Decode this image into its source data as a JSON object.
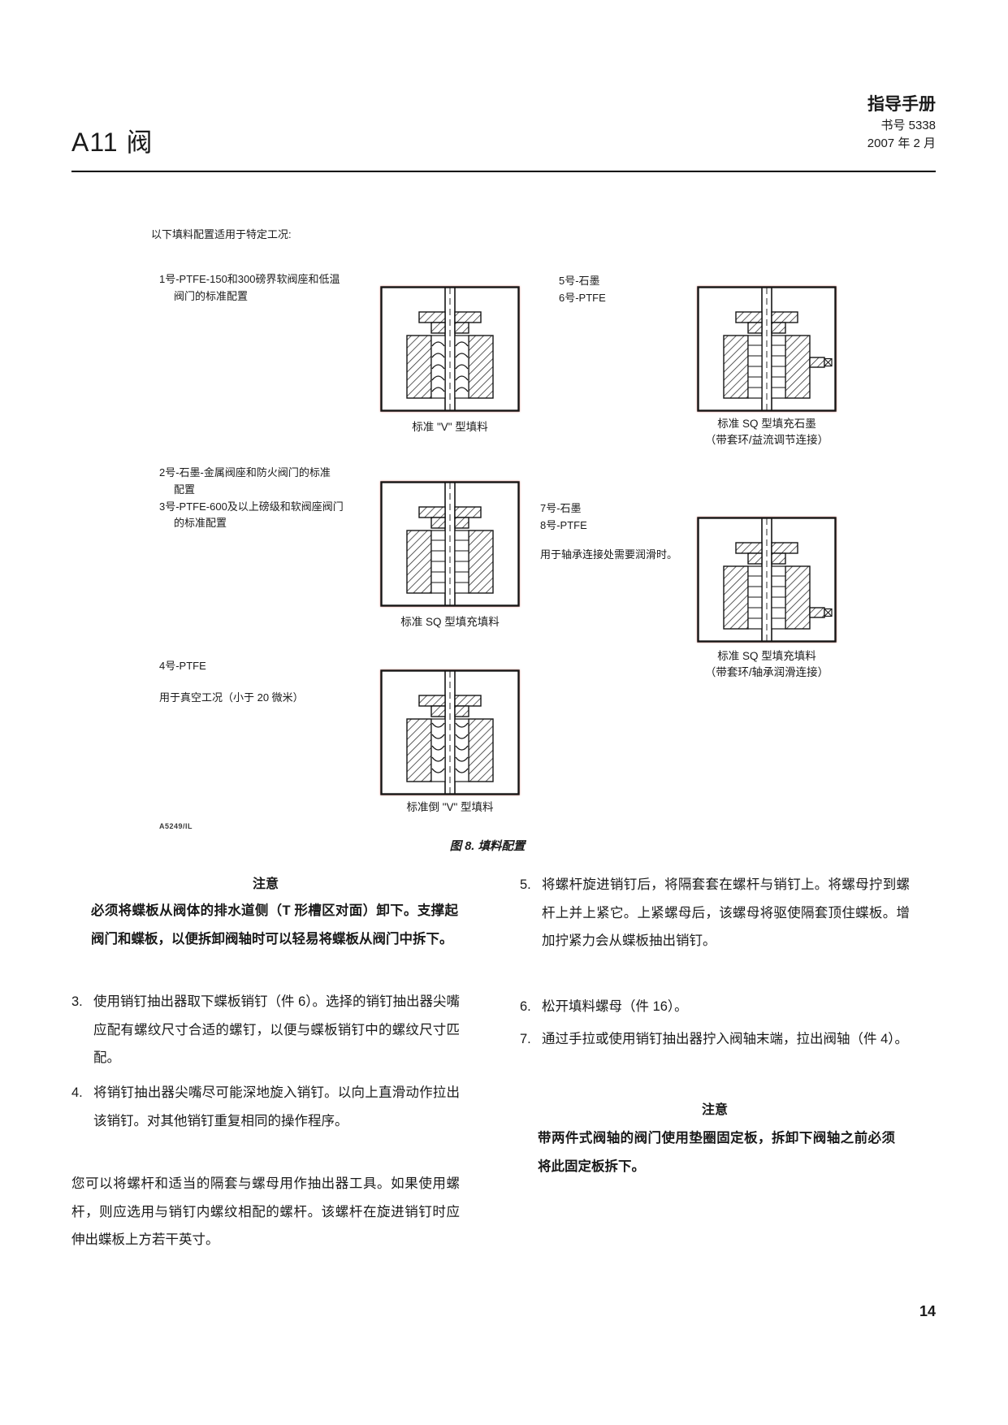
{
  "header": {
    "manual_type": "指导手册",
    "book_no": "书号 5338",
    "date": "2007 年 2 月",
    "product_title": "A11 阀"
  },
  "figure": {
    "intro": "以下填料配置适用于特定工况:",
    "artwork_code": "A5249/IL",
    "caption": "图 8. 填料配置",
    "configs": [
      {
        "label_lines": [
          "1号-PTFE-150和300磅界软阀座和低温",
          "阀门的标准配置"
        ],
        "caption_lines": [
          "标准 \"V\" 型填料"
        ]
      },
      {
        "label_lines": [
          "5号-石墨",
          "6号-PTFE"
        ],
        "caption_lines": [
          "标准 SQ 型填充石墨",
          "（带套环/益流调节连接）"
        ]
      },
      {
        "label_lines": [
          "2号-石墨-金属阀座和防火阀门的标准",
          "配置",
          "3号-PTFE-600及以上磅级和软阀座阀门",
          "的标准配置"
        ],
        "caption_lines": [
          "标准 SQ 型填充填料"
        ]
      },
      {
        "label_lines": [
          "7号-石墨",
          "8号-PTFE"
        ],
        "note": "用于轴承连接处需要润滑时。",
        "caption_lines": [
          "标准 SQ 型填充填料",
          "（带套环/轴承润滑连接）"
        ]
      },
      {
        "label_lines": [
          "4号-PTFE"
        ],
        "note": "用于真空工况（小于 20 微米）",
        "caption_lines": [
          "标准倒 \"V\" 型填料"
        ]
      }
    ]
  },
  "body": {
    "notice1": {
      "title": "注意",
      "text": "必须将蝶板从阀体的排水道侧（T 形槽区对面）卸下。支撑起阀门和蝶板，以便拆卸阀轴时可以轻易将蝶板从阀门中拆下。"
    },
    "steps_left": [
      {
        "num": "3.",
        "text": "使用销钉抽出器取下蝶板销钉（件 6）。选择的销钉抽出器尖嘴应配有螺纹尺寸合适的螺钉，以便与蝶板销钉中的螺纹尺寸匹配。"
      },
      {
        "num": "4.",
        "text": "将销钉抽出器尖嘴尽可能深地旋入销钉。以向上直滑动作拉出该销钉。对其他销钉重复相同的操作程序。"
      }
    ],
    "paragraph": "您可以将螺杆和适当的隔套与螺母用作抽出器工具。如果使用螺杆，则应选用与销钉内螺纹相配的螺杆。该螺杆在旋进销钉时应伸出蝶板上方若干英寸。",
    "steps_right": [
      {
        "num": "5.",
        "text": "将螺杆旋进销钉后，将隔套套在螺杆与销钉上。将螺母拧到螺杆上并上紧它。上紧螺母后，该螺母将驱使隔套顶住蝶板。增加拧紧力会从蝶板抽出销钉。"
      },
      {
        "num": "6.",
        "text": "松开填料螺母（件 16）。"
      },
      {
        "num": "7.",
        "text": "通过手拉或使用销钉抽出器拧入阀轴末端，拉出阀轴（件 4）。"
      }
    ],
    "notice2": {
      "title": "注意",
      "text": "带两件式阀轴的阀门使用垫圈固定板，拆卸下阀轴之前必须将此固定板拆下。"
    }
  },
  "page": {
    "number": "14"
  },
  "colors": {
    "text": "#1a1a1a",
    "diagram_line": "#151515",
    "scan_tint": "#e27369"
  }
}
